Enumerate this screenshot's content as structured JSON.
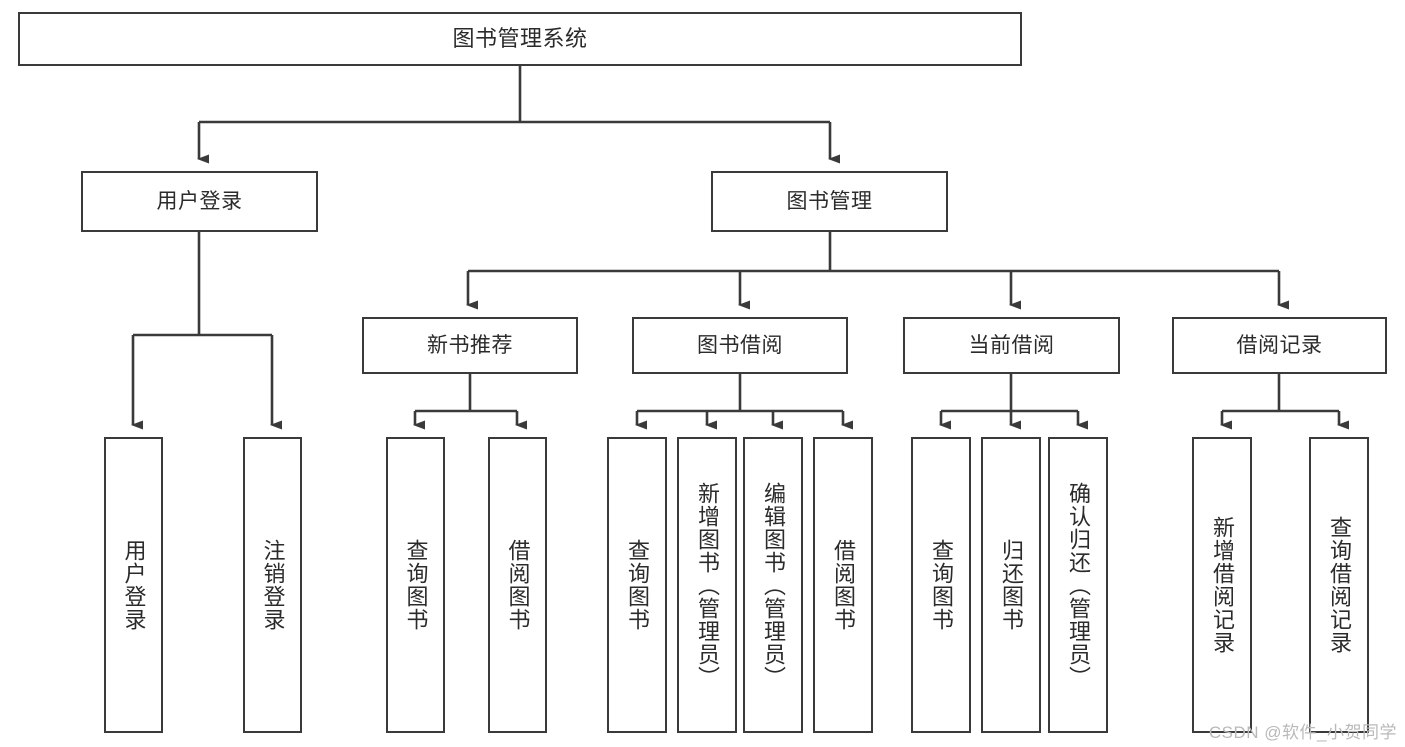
{
  "diagram": {
    "title": "图书管理系统",
    "type": "tree",
    "watermark": "CSDN @软件_小贺同学",
    "colors": {
      "box_border": "#3a3a3a",
      "box_fill": "#ffffff",
      "connector": "#3a3a3a",
      "text": "#2b2b2b",
      "watermark": "#b9b9b9",
      "background": "#ffffff"
    },
    "levels": {
      "root": {
        "label": "图书管理系统"
      },
      "level1": [
        {
          "id": "user-login",
          "label": "用户登录"
        },
        {
          "id": "book-manage",
          "label": "图书管理"
        }
      ],
      "level2": [
        {
          "id": "new-book-recommend",
          "label": "新书推荐",
          "parent": "book-manage"
        },
        {
          "id": "book-borrow",
          "label": "图书借阅",
          "parent": "book-manage"
        },
        {
          "id": "current-borrow",
          "label": "当前借阅",
          "parent": "book-manage"
        },
        {
          "id": "borrow-record",
          "label": "借阅记录",
          "parent": "book-manage"
        }
      ],
      "leaves": [
        {
          "id": "leaf-user-login",
          "label": "用户登录",
          "parent": "user-login"
        },
        {
          "id": "leaf-user-logout",
          "label": "注销登录",
          "parent": "user-login"
        },
        {
          "id": "leaf-query-book-1",
          "label": "查询图书",
          "parent": "new-book-recommend"
        },
        {
          "id": "leaf-borrow-book-1",
          "label": "借阅图书",
          "parent": "new-book-recommend"
        },
        {
          "id": "leaf-query-book-2",
          "label": "查询图书",
          "parent": "book-borrow"
        },
        {
          "id": "leaf-add-book",
          "label": "新增图书（管理员）",
          "parent": "book-borrow"
        },
        {
          "id": "leaf-edit-book",
          "label": "编辑图书（管理员）",
          "parent": "book-borrow"
        },
        {
          "id": "leaf-borrow-book-2",
          "label": "借阅图书",
          "parent": "book-borrow"
        },
        {
          "id": "leaf-query-book-3",
          "label": "查询图书",
          "parent": "current-borrow"
        },
        {
          "id": "leaf-return-book",
          "label": "归还图书",
          "parent": "current-borrow"
        },
        {
          "id": "leaf-confirm-return",
          "label": "确认归还（管理员）",
          "parent": "current-borrow"
        },
        {
          "id": "leaf-add-record",
          "label": "新增借阅记录",
          "parent": "borrow-record"
        },
        {
          "id": "leaf-query-record",
          "label": "查询借阅记录",
          "parent": "borrow-record"
        }
      ]
    }
  }
}
